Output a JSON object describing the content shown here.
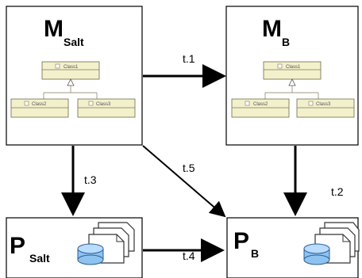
{
  "boxes": {
    "m_salt": {
      "title": "M",
      "subscript": "Salt"
    },
    "m_b": {
      "title": "M",
      "subscript": "B"
    },
    "p_salt": {
      "title": "P",
      "subscript": "Salt"
    },
    "p_b": {
      "title": "P",
      "subscript": "B"
    }
  },
  "edges": {
    "t1": "t.1",
    "t2": "t.2",
    "t3": "t.3",
    "t4": "t.4",
    "t5": "t.5"
  },
  "uml": {
    "m_salt": {
      "class1": "Class1",
      "class2": "Class2",
      "class3": "Class3"
    },
    "m_b": {
      "class1": "Class1",
      "class2": "Class2",
      "class3": "Class3"
    }
  },
  "icons": {
    "m_salt_model": "uml-class-diagram",
    "m_b_model": "uml-class-diagram",
    "p_salt_icon": "database-documents",
    "p_b_icon": "database-documents"
  }
}
